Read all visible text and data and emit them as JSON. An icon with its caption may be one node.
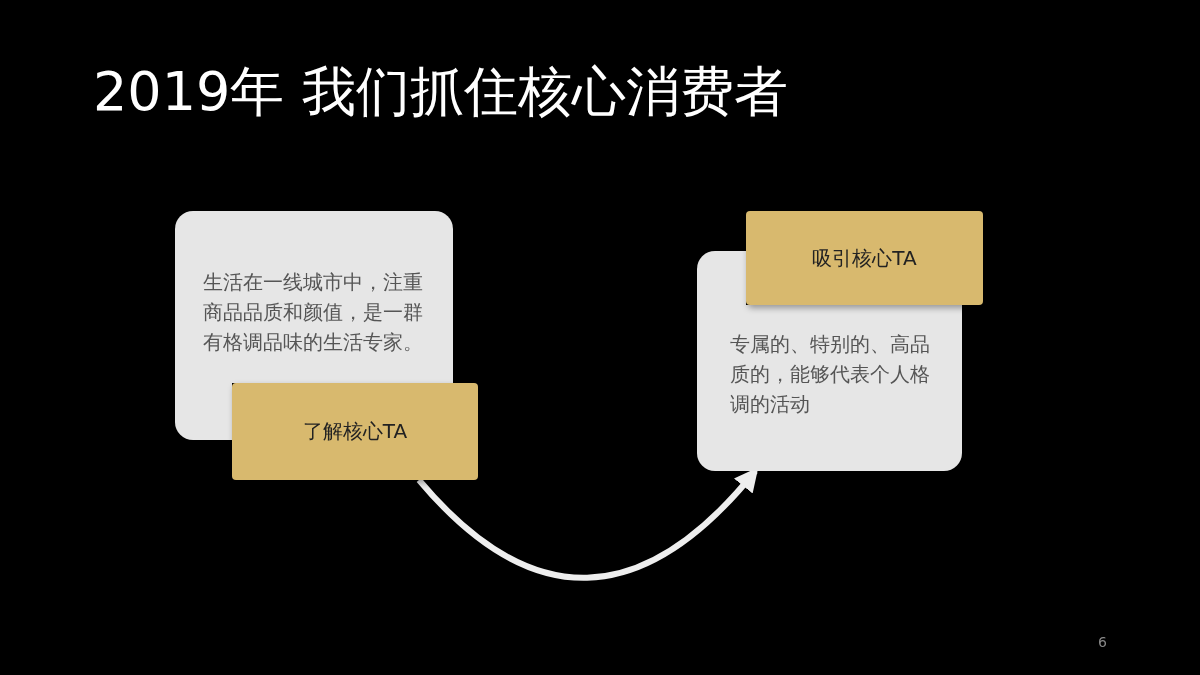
{
  "diagram": {
    "title": "2019年 我们抓住核心消费者",
    "nodes": [
      {
        "text": [
          "生活在一线城市中，注重商品品质和颜值，是一群有格调品味的生活专家。"
        ]
      },
      {
        "text": [
          "了解核心TA"
        ]
      },
      {
        "text": [
          "吸引核心TA"
        ]
      },
      {
        "text": [
          "专属的、特别的、高品质的，能够代表个人格调的活动"
        ]
      }
    ],
    "edges": [
      {
        "from": 1,
        "to": 3,
        "arrow": "to"
      }
    ],
    "labels": [
      "6"
    ]
  }
}
